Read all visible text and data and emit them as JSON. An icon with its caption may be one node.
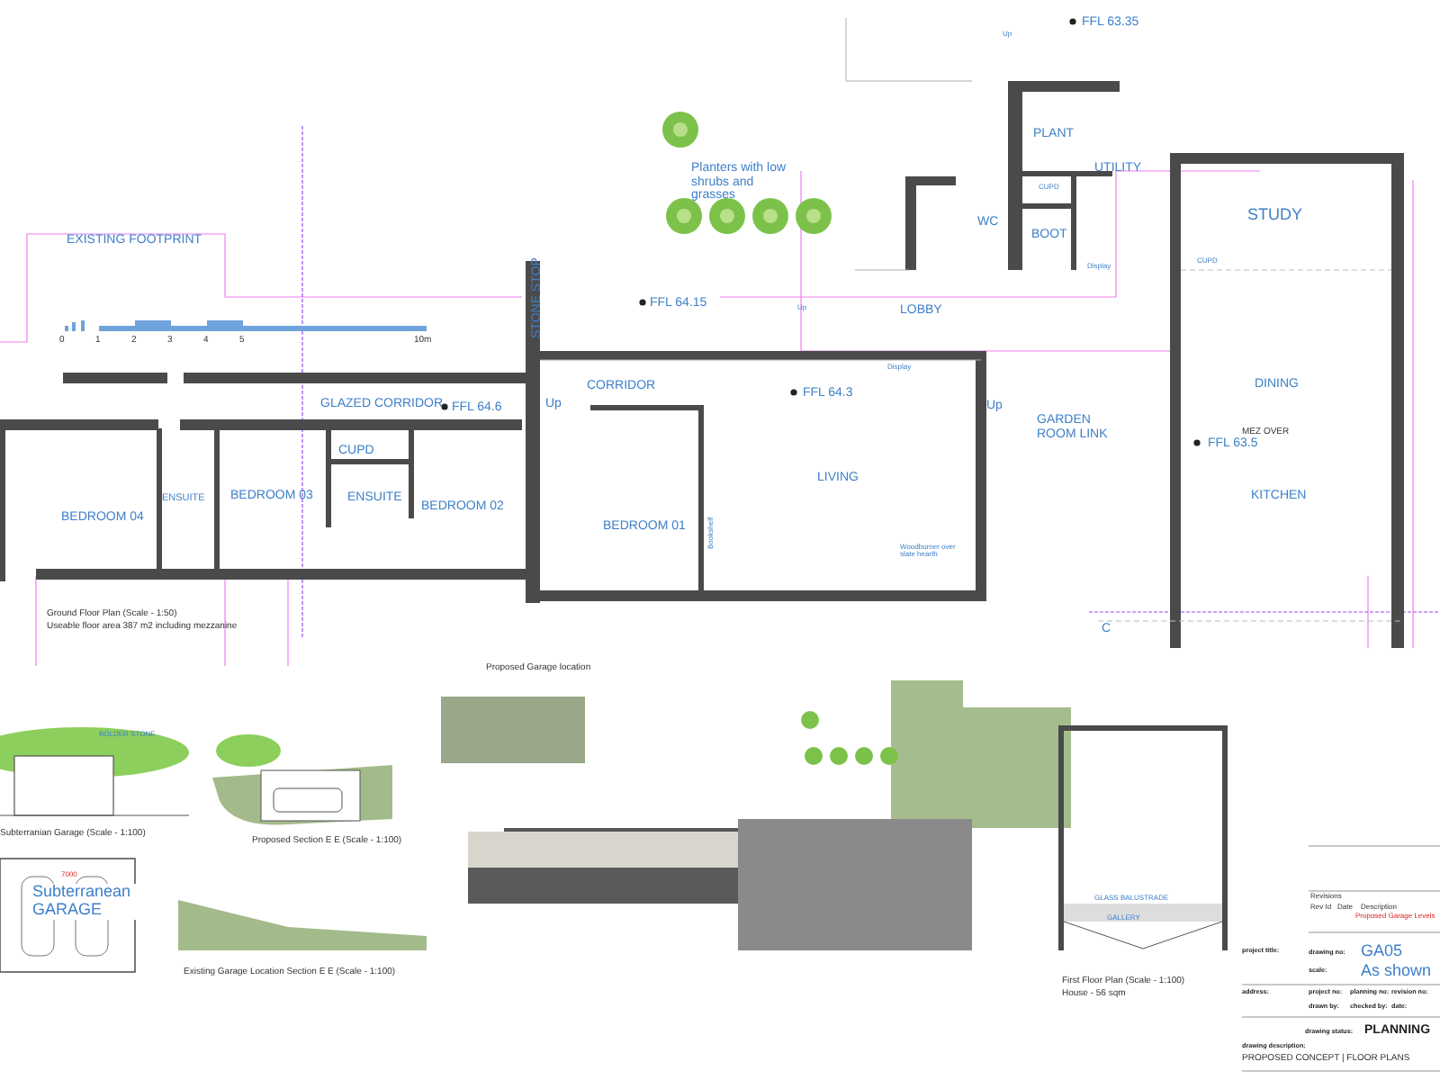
{
  "diagram": {
    "labels": [
      "FFL 63.35",
      "Up",
      "PLANT",
      "UTILITY",
      "Planters with low shrubs and grasses",
      "CUPD",
      "WC",
      "BOOT",
      "STUDY",
      "CUPD",
      "Display",
      "EXISTING FOOTPRINT",
      "STONE STOP",
      "FFL 64.15",
      "Up",
      "LOBBY",
      "0",
      "1",
      "2",
      "3",
      "4",
      "5",
      "10m",
      "GLAZED CORRIDOR",
      "FFL 64.6",
      "CORRIDOR",
      "Up",
      "FFL 64.3",
      "Display",
      "Up",
      "GARDEN ROOM LINK",
      "DINING",
      "MEZ OVER",
      "FFL 63.5",
      "CUPD",
      "ENSUITE",
      "BEDROOM 03",
      "ENSUITE",
      "BEDROOM 02",
      "BEDROOM 04",
      "LIVING",
      "BEDROOM 01",
      "Bookshelf",
      "Woodburner over slate hearth",
      "KITCHEN",
      "C",
      "Ground Floor Plan (Scale - 1:50)",
      "Useable floor area 387 m2 including mezzanine",
      "Proposed Garage location",
      "BOLDER STONE",
      "Subterranian Garage (Scale - 1:100)",
      "Proposed Section E E (Scale - 1:100)",
      "7000",
      "Subterranean GARAGE",
      "Existing Garage Location Section E E (Scale - 1:100)",
      "GLASS BALUSTRADE",
      "GALLERY",
      "First Floor Plan (Scale - 1:100)",
      "House - 56 sqm",
      "Revisions",
      "Rev Id",
      "Date",
      "Description",
      "Proposed Garage Levels",
      "project title:",
      "drawing no:",
      "GA05",
      "scale:",
      "As shown",
      "address:",
      "project no:",
      "planning no:",
      "revision no:",
      "drawn by:",
      "checked by:",
      "date:",
      "drawing status:",
      "PLANNING",
      "drawing description:",
      "PROPOSED CONCEPT | FLOOR PLANS"
    ]
  }
}
